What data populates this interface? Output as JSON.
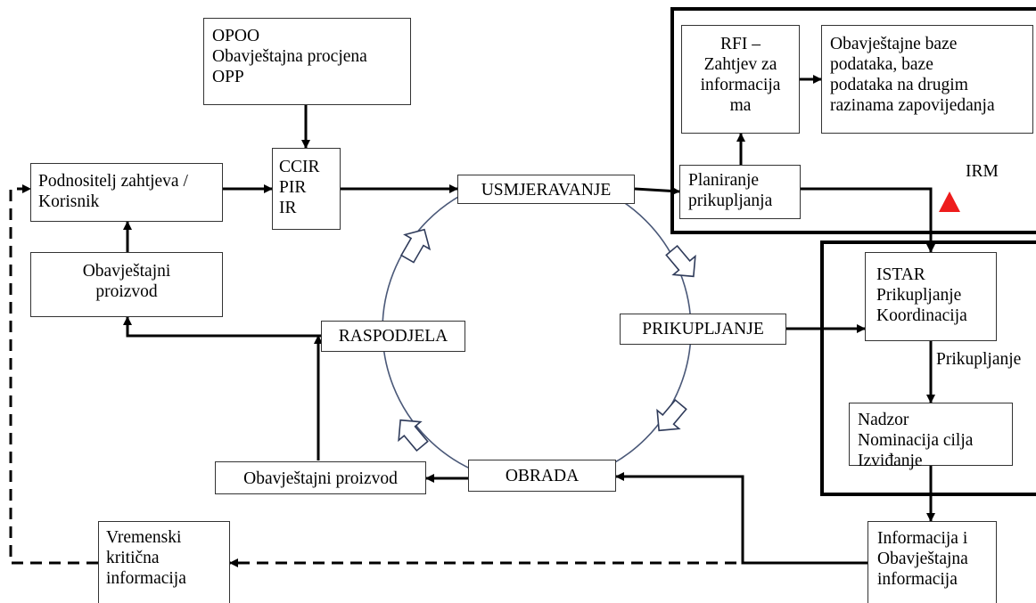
{
  "boxes": {
    "sources": {
      "lines": [
        "OPOO",
        "Obavještajna procjena",
        "OPP"
      ]
    },
    "requirements": {
      "lines": [
        "CCIR",
        "PIR",
        "IR"
      ]
    },
    "requester": {
      "lines": [
        "Podnositelj zahtjeva /",
        "Korisnik"
      ]
    },
    "product_left": {
      "lines": [
        "Obavještajni",
        "proizvod"
      ]
    },
    "usmjeravanje": {
      "label": "USMJERAVANJE"
    },
    "prikupljanje": {
      "label": "PRIKUPLJANJE"
    },
    "obrada": {
      "label": "OBRADA"
    },
    "raspodjela": {
      "label": "RASPODJELA"
    },
    "product_bottom": {
      "label": "Obavještajni proizvod"
    },
    "rfi": {
      "lines": [
        "RFI –",
        "Zahtjev za",
        "informacija",
        "ma"
      ]
    },
    "databases": {
      "lines": [
        "Obavještajne baze",
        "podataka, baze",
        "podataka na drugim",
        "razinama zapovijedanja"
      ]
    },
    "planning": {
      "lines": [
        "Planiranje",
        "prikupljanja"
      ]
    },
    "istar": {
      "lines": [
        "ISTAR",
        "Prikupljanje",
        "Koordinacija"
      ]
    },
    "nadzor": {
      "lines": [
        "Nadzor",
        "Nominacija cilja",
        "Izviđanje"
      ]
    },
    "info": {
      "lines": [
        "Informacija i",
        "Obavještajna",
        "informacija"
      ]
    },
    "time_critical": {
      "lines": [
        "Vremenski",
        "kritična",
        "informacija"
      ]
    }
  },
  "labels": {
    "irm": "IRM",
    "prikupljanje_edge": "Prikupljanje"
  },
  "colors": {
    "warning_triangle": "#ee1c1c",
    "cycle_circle": "#4a5878",
    "arrow": "#000000"
  }
}
